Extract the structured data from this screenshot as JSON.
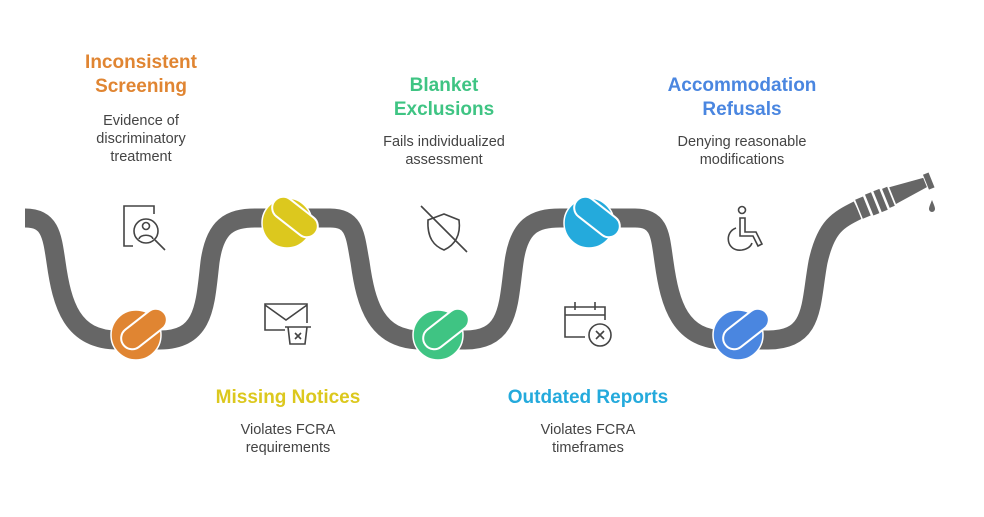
{
  "diagram": {
    "type": "hose-with-knots",
    "hose_color": "#666666",
    "items": [
      {
        "id": "inconsistent-screening",
        "title": "Inconsistent Screening",
        "title_lines": [
          "Inconsistent",
          "Screening"
        ],
        "description_lines": [
          "Evidence of",
          "discriminatory",
          "treatment"
        ],
        "color": "#E08532",
        "icon": "person-search-icon",
        "position": "top",
        "knot": "bottom"
      },
      {
        "id": "missing-notices",
        "title": "Missing Notices",
        "title_lines": [
          "Missing Notices"
        ],
        "description_lines": [
          "Violates FCRA",
          "requirements"
        ],
        "color": "#DCC81E",
        "icon": "mail-delete-icon",
        "position": "bottom",
        "knot": "top"
      },
      {
        "id": "blanket-exclusions",
        "title": "Blanket Exclusions",
        "title_lines": [
          "Blanket",
          "Exclusions"
        ],
        "description_lines": [
          "Fails individualized",
          "assessment"
        ],
        "color": "#3FC483",
        "icon": "shield-off-icon",
        "position": "top",
        "knot": "bottom"
      },
      {
        "id": "outdated-reports",
        "title": "Outdated Reports",
        "title_lines": [
          "Outdated Reports"
        ],
        "description_lines": [
          "Violates FCRA",
          "timeframes"
        ],
        "color": "#24AADC",
        "icon": "calendar-cancel-icon",
        "position": "bottom",
        "knot": "top"
      },
      {
        "id": "accommodation-refusals",
        "title": "Accommodation Refusals",
        "title_lines": [
          "Accommodation",
          "Refusals"
        ],
        "description_lines": [
          "Denying reasonable",
          "modifications"
        ],
        "color": "#4A86E0",
        "icon": "wheelchair-icon",
        "position": "top",
        "knot": "bottom"
      }
    ]
  }
}
